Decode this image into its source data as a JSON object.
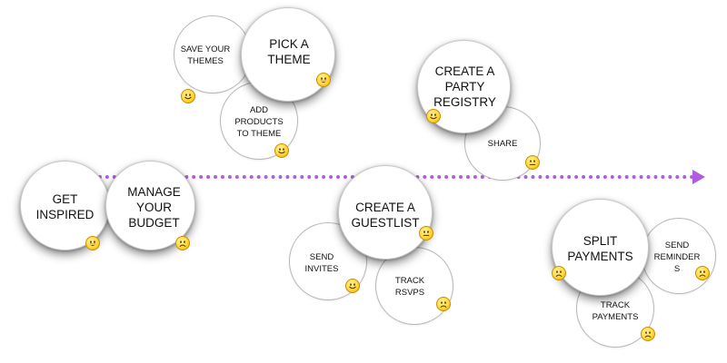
{
  "bubbles": {
    "get_inspired": {
      "label": "GET\nINSPIRED",
      "face": "grin"
    },
    "manage_budget": {
      "label": "MANAGE\nYOUR\nBUDGET",
      "face": "frown"
    },
    "save_themes": {
      "label": "SAVE YOUR\nTHEMES",
      "face": "smile"
    },
    "pick_theme": {
      "label": "PICK A\nTHEME",
      "face": "grin"
    },
    "add_products": {
      "label": "ADD\nPRODUCTS\nTO THEME",
      "face": "smile"
    },
    "create_registry": {
      "label": "CREATE A\nPARTY\nREGISTRY",
      "face": "smile"
    },
    "share": {
      "label": "SHARE",
      "face": "neutral"
    },
    "create_guestlist": {
      "label": "CREATE A\nGUESTLIST",
      "face": "neutral"
    },
    "send_invites": {
      "label": "SEND\nINVITES",
      "face": "smile"
    },
    "track_rsvps": {
      "label": "TRACK\nRSVPs",
      "face": "frown"
    },
    "split_payments": {
      "label": "SPLIT\nPAYMENTS",
      "face": "frown"
    },
    "send_reminders": {
      "label": "SEND\nREMINDER\nS",
      "face": "frown"
    },
    "track_payments": {
      "label": "TRACK\nPAYMENTS",
      "face": "frown"
    }
  },
  "colors": {
    "arrow": "#b15be0",
    "emoji_fill": "#ffd83a"
  }
}
